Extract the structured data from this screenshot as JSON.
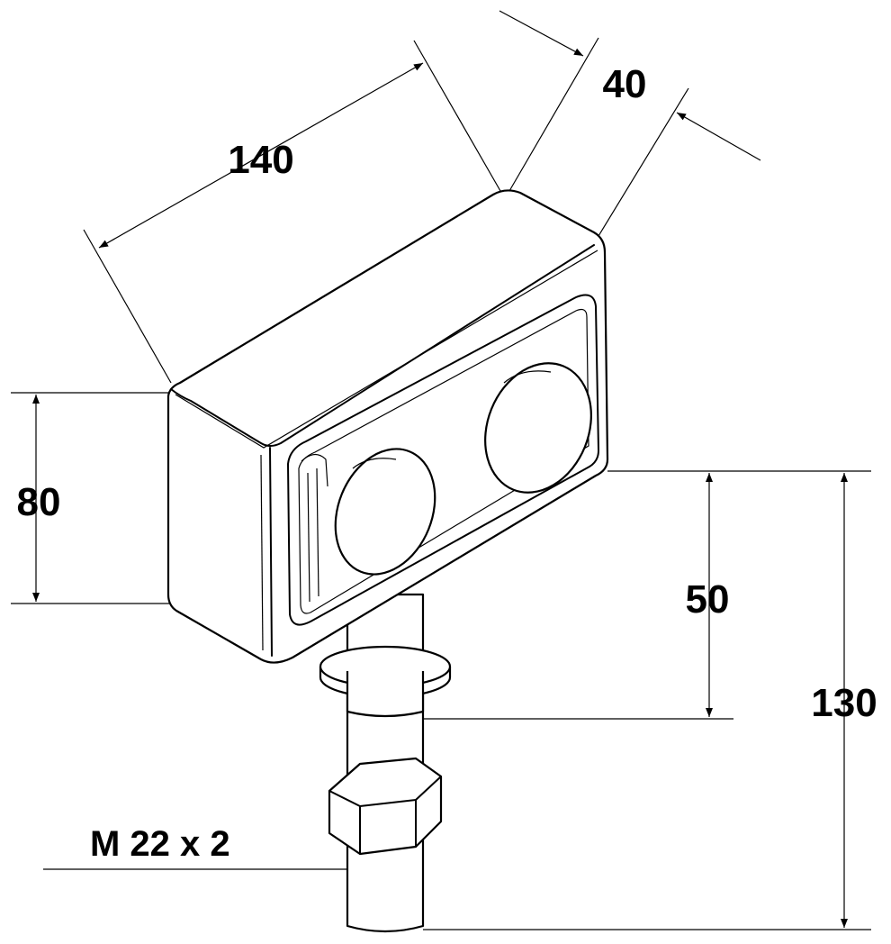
{
  "dimensions": {
    "length": "140",
    "depth": "40",
    "height": "80",
    "stem_to_washer": "50",
    "total_height": "130",
    "thread": "M 22 x 2"
  }
}
